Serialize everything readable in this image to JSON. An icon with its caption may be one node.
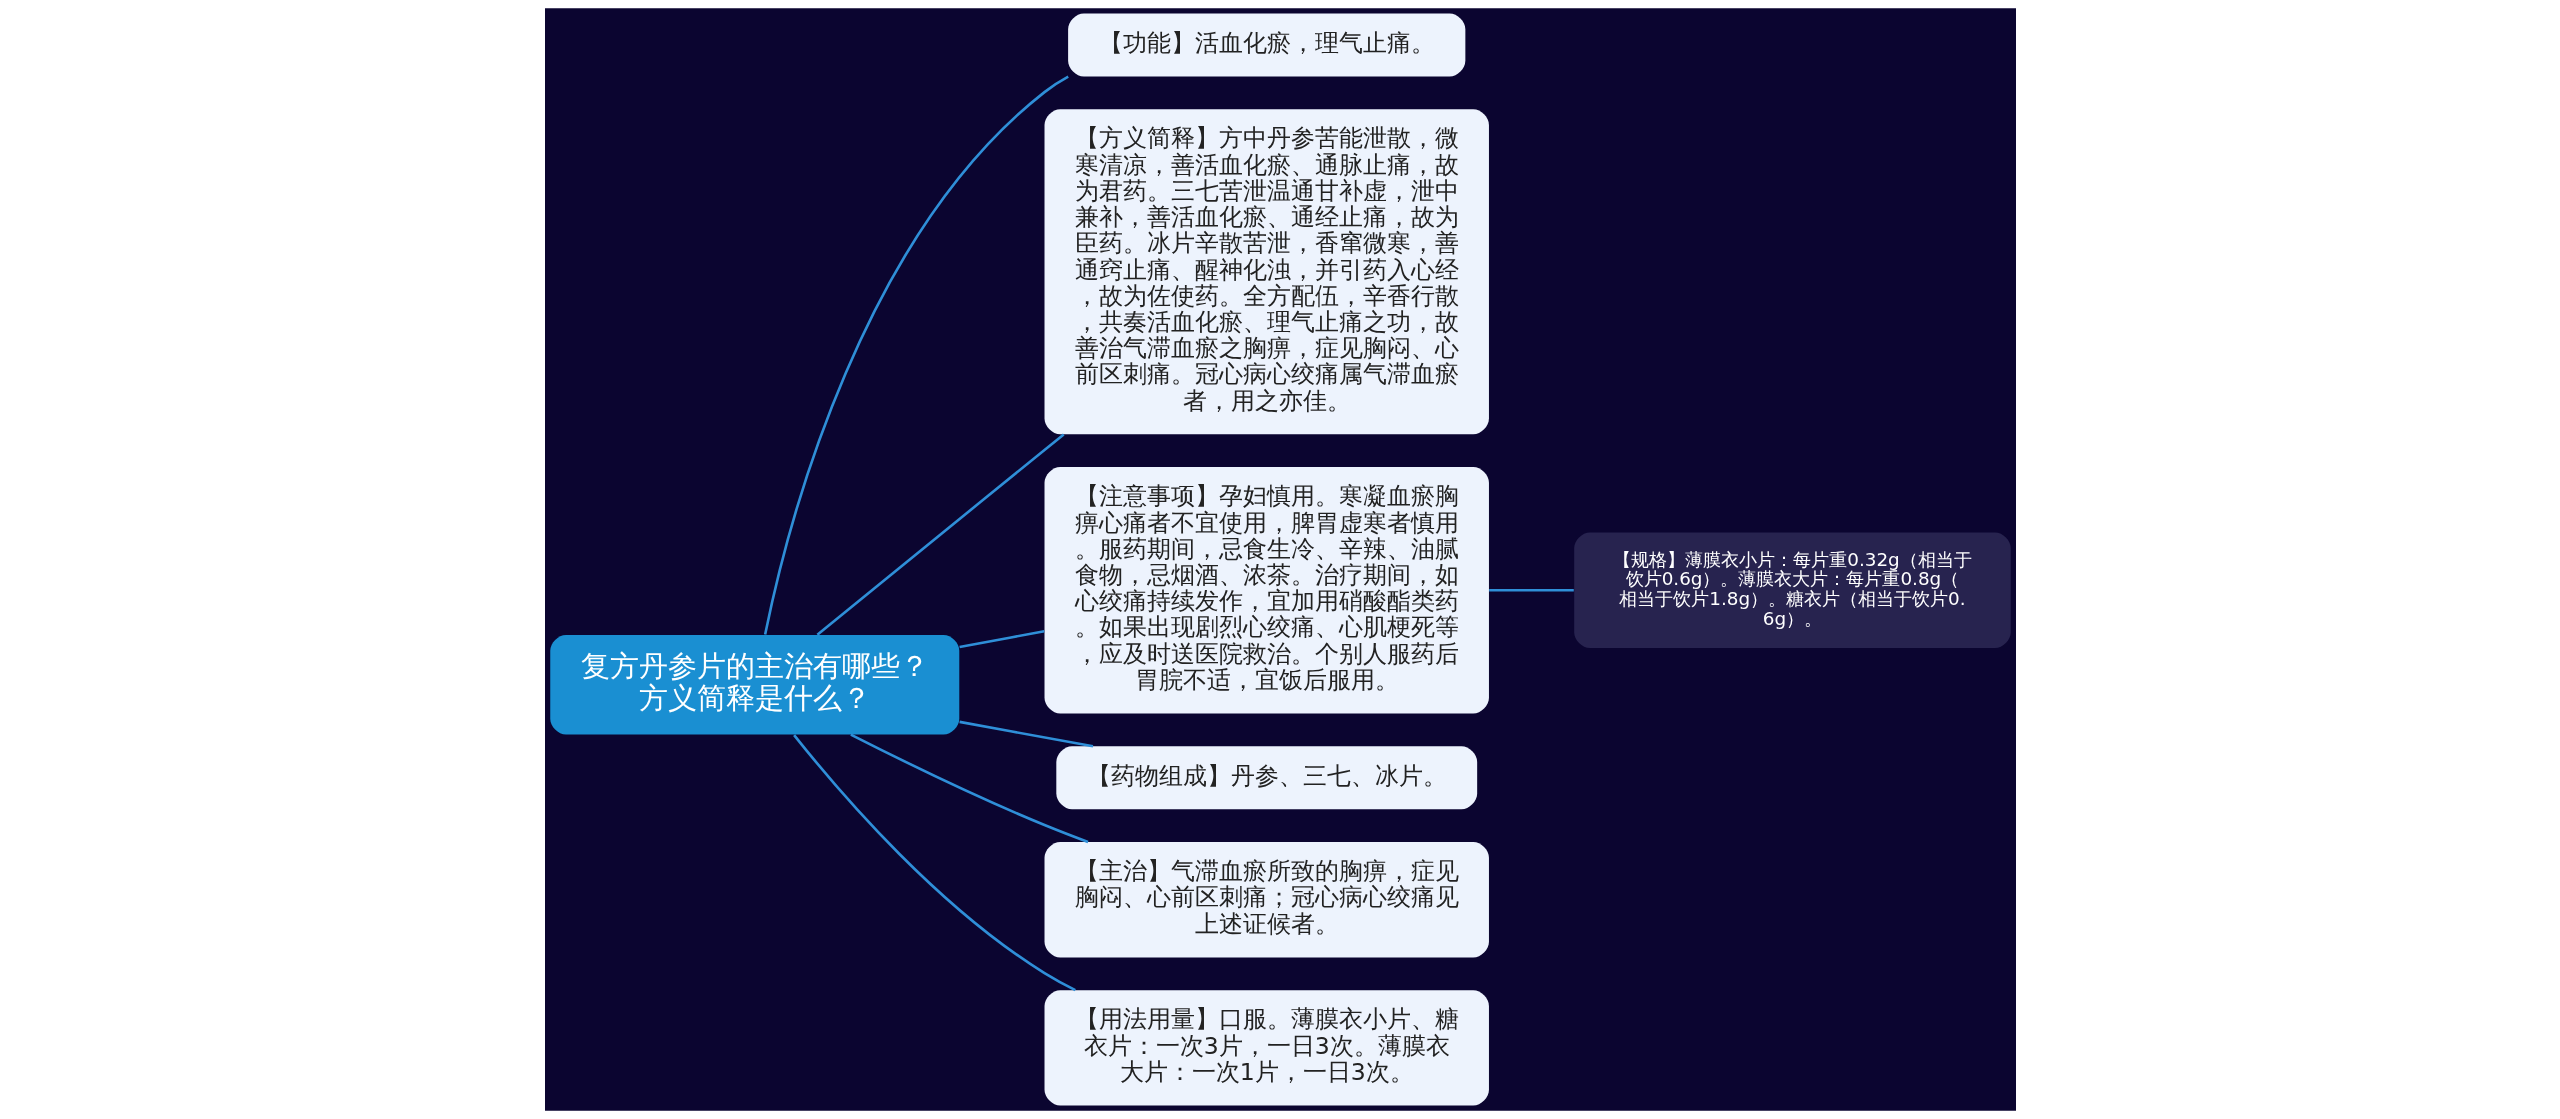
{
  "diagram": {
    "nodes": [
      {
        "text": [
          "复方丹参片的主治有哪些？方义简释是什么？"
        ]
      },
      {
        "text": [
          "【功能】活血化瘀，理气止痛。"
        ]
      },
      {
        "text": [
          "【方义简释】方中丹参苦能泄散，微寒清凉，善活血化瘀、通脉止痛，故为君药。三七苦泄温通甘补虚，泄中兼补，善活血化瘀、通经止痛，故为臣药。冰片辛散苦泄，香窜微寒，善通窍止痛、醒神化浊，并引药入心经，故为佐使药。全方配伍，辛香行散，共奏活血化瘀、理气止痛之功，故善治气滞血瘀之胸痹，症见胸闷、心前区刺痛。冠心病心绞痛属气滞血瘀者，用之亦佳。"
        ]
      },
      {
        "text": [
          "【注意事项】孕妇慎用。寒凝血瘀胸痹心痛者不宜使用，脾胃虚寒者慎用。服药期间，忌食生冷、辛辣、油腻食物，忌烟酒、浓茶。治疗期间，如心绞痛持续发作，宜加用硝酸酯类药。如果出现剧烈心绞痛、心肌梗死等，应及时送医院救治。个别人服药后胃脘不适，宜饭后服用。"
        ]
      },
      {
        "text": [
          "【规格】薄膜衣小片：每片重0.32g（相当于饮片0.6g）。薄膜衣大片：每片重0.8g（相当于饮片1.8g）。糖衣片（相当于饮片0.6g）。"
        ]
      },
      {
        "text": [
          "【药物组成】丹参、三七、冰片。"
        ]
      },
      {
        "text": [
          "【主治】气滞血瘀所致的胸痹，症见胸闷、心前区刺痛；冠心病心绞痛见上述证候者。"
        ]
      },
      {
        "text": [
          "【用法用量】口服。薄膜衣小片、糖衣片：一次3片，一日3次。薄膜衣大片：一次1片，一日3次。"
        ]
      }
    ],
    "edges": [
      {
        "from": 0,
        "to": 1,
        "arrow": "none"
      },
      {
        "from": 0,
        "to": 2,
        "arrow": "none"
      },
      {
        "from": 0,
        "to": 3,
        "arrow": "none"
      },
      {
        "from": 3,
        "to": 4,
        "arrow": "none"
      },
      {
        "from": 0,
        "to": 5,
        "arrow": "none"
      },
      {
        "from": 0,
        "to": 6,
        "arrow": "none"
      },
      {
        "from": 0,
        "to": 7,
        "arrow": "none"
      }
    ]
  }
}
